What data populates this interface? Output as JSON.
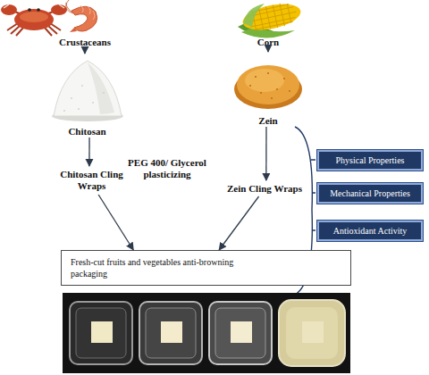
{
  "diagram": {
    "nodes": [
      {
        "text": [
          "Crustaceans"
        ]
      },
      {
        "text": [
          "Corn"
        ]
      },
      {
        "text": [
          "Chitosan"
        ]
      },
      {
        "text": [
          "Zein"
        ]
      },
      {
        "text": [
          "Chitosan Cling Wraps"
        ]
      },
      {
        "text": [
          "Zein Cling Wraps"
        ]
      },
      {
        "text": [
          "Physical Properties"
        ]
      },
      {
        "text": [
          "Mechanical Properties"
        ]
      },
      {
        "text": [
          "Antioxidant Activity"
        ]
      },
      {
        "text": [
          "Fresh-cut fruits and vegetables anti-browning packaging"
        ]
      }
    ],
    "edges": [
      {
        "from": 0,
        "to": 2,
        "arrow": "to"
      },
      {
        "from": 1,
        "to": 3,
        "arrow": "to"
      },
      {
        "from": 2,
        "to": 4,
        "arrow": "to"
      },
      {
        "from": 3,
        "to": 5,
        "arrow": "to"
      },
      {
        "from": 4,
        "to": 9,
        "arrow": "to"
      },
      {
        "from": 5,
        "to": 9,
        "arrow": "to"
      }
    ],
    "labels": [
      "PEG 400/ Glycerol plasticizing"
    ]
  }
}
